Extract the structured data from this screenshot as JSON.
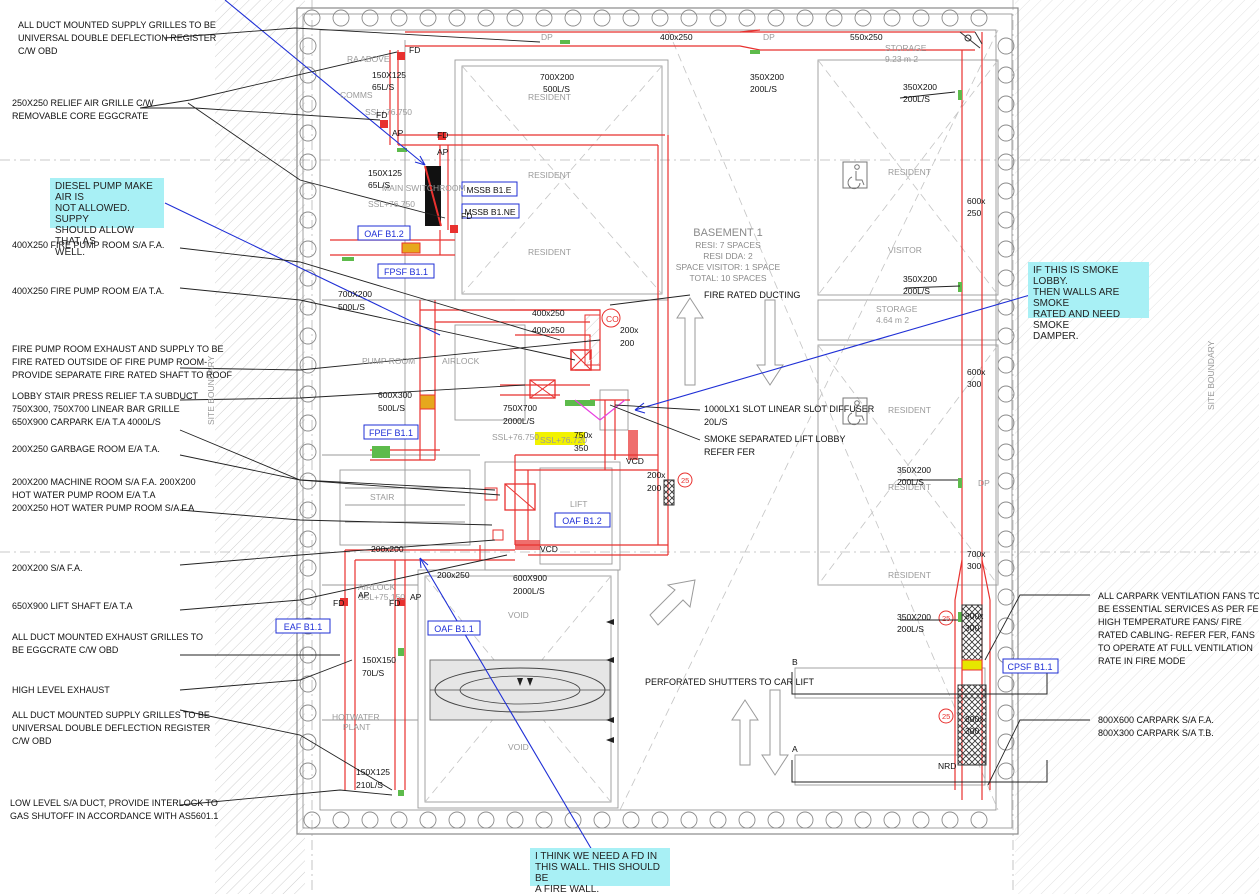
{
  "notes": {
    "diesel": [
      "DIESEL PUMP MAKE AIR IS",
      "NOT ALLOWED. SUPPY",
      "SHOULD ALLOW THAT AS",
      "WELL."
    ],
    "smoke_lobby": [
      "IF THIS IS SMOKE LOBBY.",
      "THEN WALLS ARE SMOKE",
      "RATED AND NEED SMOKE",
      "DAMPER."
    ],
    "fd_wall": [
      "I THINK WE NEED A FD IN",
      "THIS WALL. THIS SHOULD BE",
      "A FIRE WALL."
    ]
  },
  "left_callouts": {
    "c1": [
      "ALL DUCT MOUNTED SUPPLY GRILLES TO BE",
      "UNIVERSAL DOUBLE DEFLECTION REGISTER",
      "C/W OBD"
    ],
    "c2": [
      "250X250 RELIEF AIR GRILLE C/W",
      "REMOVABLE CORE EGGCRATE"
    ],
    "c3": [
      "400X250 FIRE PUMP ROOM S/A F.A."
    ],
    "c4": [
      "400X250 FIRE PUMP ROOM E/A T.A."
    ],
    "c5": [
      "FIRE PUMP ROOM EXHAUST AND SUPPLY TO BE",
      "FIRE RATED OUTSIDE OF FIRE PUMP ROOM-",
      "PROVIDE SEPARATE FIRE RATED SHAFT TO ROOF"
    ],
    "c6": [
      "LOBBY STAIR PRESS RELIEF T.A SUBDUCT",
      "750X300, 750X700 LINEAR BAR GRILLE",
      "650X900 CARPARK E/A T.A 4000L/S"
    ],
    "c7": [
      "200X250 GARBAGE ROOM E/A T.A."
    ],
    "c8": [
      "200X200 MACHINE ROOM S/A F.A. 200X200",
      "HOT WATER PUMP ROOM E/A T.A",
      "200X250 HOT WATER PUMP ROOM S/A F.A"
    ],
    "c9": [
      "200X200 S/A F.A."
    ],
    "c10": [
      "650X900 LIFT SHAFT E/A T.A"
    ],
    "c11": [
      "ALL DUCT MOUNTED EXHAUST GRILLES TO",
      "BE EGGCRATE C/W OBD"
    ],
    "c12": [
      "HIGH LEVEL EXHAUST"
    ],
    "c13": [
      "ALL DUCT MOUNTED SUPPLY GRILLES TO BE",
      "UNIVERSAL DOUBLE DEFLECTION REGISTER",
      "C/W OBD"
    ],
    "c14": [
      "LOW LEVEL S/A DUCT, PROVIDE INTERLOCK TO",
      "GAS SHUTOFF IN ACCORDANCE WITH AS5601.1"
    ]
  },
  "right_callouts": {
    "fans": [
      "ALL CARPARK VENTILATION FANS TO",
      "BE ESSENTIAL SERVICES AS PER FER,",
      "HIGH TEMPERATURE FANS/ FIRE",
      "RATED CABLING- REFER FER, FANS",
      "TO OPERATE AT FULL VENTILATION",
      "RATE IN FIRE MODE"
    ],
    "carpark": [
      "800X600 CARPARK S/A F.A.",
      "800X300 CARPARK S/A T.B."
    ]
  },
  "inline_callouts": {
    "fire_rated": "FIRE RATED DUCTING",
    "slot": [
      "1000LX1 SLOT LINEAR SLOT DIFFUSER",
      "20L/S"
    ],
    "lift_lobby": [
      "SMOKE SEPARATED LIFT LOBBY",
      "REFER FER"
    ],
    "shutters": "PERFORATED SHUTTERS TO CAR LIFT"
  },
  "tags": {
    "oaf_b12_top": "OAF B1.2",
    "fpsf": "FPSF B1.1",
    "fpef": "FPEF B1.1",
    "oaf_b12_lift": "OAF B1.2",
    "eaf": "EAF B1.1",
    "oaf_b11": "OAF B1.1",
    "cpsf": "CPSF B1.1",
    "mssb_e": "MSSB B1.E",
    "mssb_ne": "MSSB B1.NE"
  },
  "rooms": {
    "ra_above": "RA ABOVE",
    "comms": "COMMS",
    "ssl1": "SSL+76.750",
    "main_switchroom": "MAIN SWITCHROOM",
    "ssl2": "SSL+76.750",
    "pump_room": "PUMP ROOM",
    "airlock": "AIRLOCK",
    "stair": "STAIR",
    "airlock2": "AIRLOCK",
    "ssl_airlock2": "SSL+75.150",
    "hotwater": [
      "HOTWATER",
      "PLANT"
    ],
    "lift": "LIFT",
    "void1": "VOID",
    "void2": "VOID",
    "storage1": [
      "STORAGE",
      "9.23 m 2"
    ],
    "storage2": [
      "STORAGE",
      "4.64 m 2"
    ],
    "site_boundary": "SITE BOUNDARY",
    "basement": [
      "BASEMENT 1",
      "RESI: 7 SPACES",
      "RESI DDA: 2",
      "SPACE VISITOR: 1 SPACE",
      "TOTAL: 10 SPACES"
    ],
    "resident": "RESIDENT",
    "visitor": "VISITOR",
    "ssl_highlight": "SSL+76.720"
  },
  "duct_labels": {
    "d400x250_top": "400x250",
    "d550x250": "550x250",
    "dp1": "DP",
    "dp2": "DP",
    "dp3": "DP",
    "g700x200": [
      "700X200",
      "500L/S"
    ],
    "g350x200_top": [
      "350X200",
      "200L/S"
    ],
    "g150x125_a": [
      "150X125",
      "65L/S"
    ],
    "g150x125_b": [
      "150X125",
      "65L/S"
    ],
    "r350x200_1": [
      "350X200",
      "200L/S"
    ],
    "r600x250": [
      "600x",
      "250"
    ],
    "r350x200_2": [
      "350X200",
      "200L/S"
    ],
    "r600x300": [
      "600x",
      "300"
    ],
    "r350x200_3": [
      "350X200",
      "200L/S"
    ],
    "r700x300": [
      "700x",
      "300"
    ],
    "r350x200_4": [
      "350X200",
      "200L/S"
    ],
    "r800x300_a": [
      "800x",
      "300"
    ],
    "r800x300_b": [
      "800x",
      "300"
    ],
    "g700x200_pump": [
      "700X200",
      "500L/S"
    ],
    "d400x250_a": "400x250",
    "d400x250_b": "400x250",
    "d200x200": [
      "200x",
      "200"
    ],
    "g600x300": [
      "600X300",
      "500L/S"
    ],
    "g750x700": [
      "750X700",
      "2000L/S"
    ],
    "d750x350": [
      "750x",
      "350"
    ],
    "d200x200_b": [
      "200x",
      "200"
    ],
    "d200x200_c": "200x200",
    "d200x250": "200x250",
    "g600x900": [
      "600X900",
      "2000L/S"
    ],
    "g150x150": [
      "150X150",
      "70L/S"
    ],
    "g150x125_c": [
      "150X125",
      "210L/S"
    ],
    "fd1": "FD",
    "fd2": "FD",
    "fd3": "FD",
    "fd4": "FD",
    "fd5": "FD",
    "fd6": "FD",
    "ap1": "AP",
    "ap2": "AP",
    "ap3": "AP",
    "ap4": "AP",
    "vcd1": "VCD",
    "vcd2": "VCD",
    "nrd": "NRD",
    "co": "CO",
    "n25a": "25",
    "n25b": "25",
    "n25c": "25",
    "sec_b": "B",
    "sec_a": "A"
  },
  "colors": {
    "duct": "#e8312f",
    "annotation": "#1f2fd6",
    "tag": "#1f2fd6",
    "note_bg": "#a8f0f5",
    "arch": "#9a9a9a",
    "text": "#222222",
    "highlight": "#f2f200"
  }
}
